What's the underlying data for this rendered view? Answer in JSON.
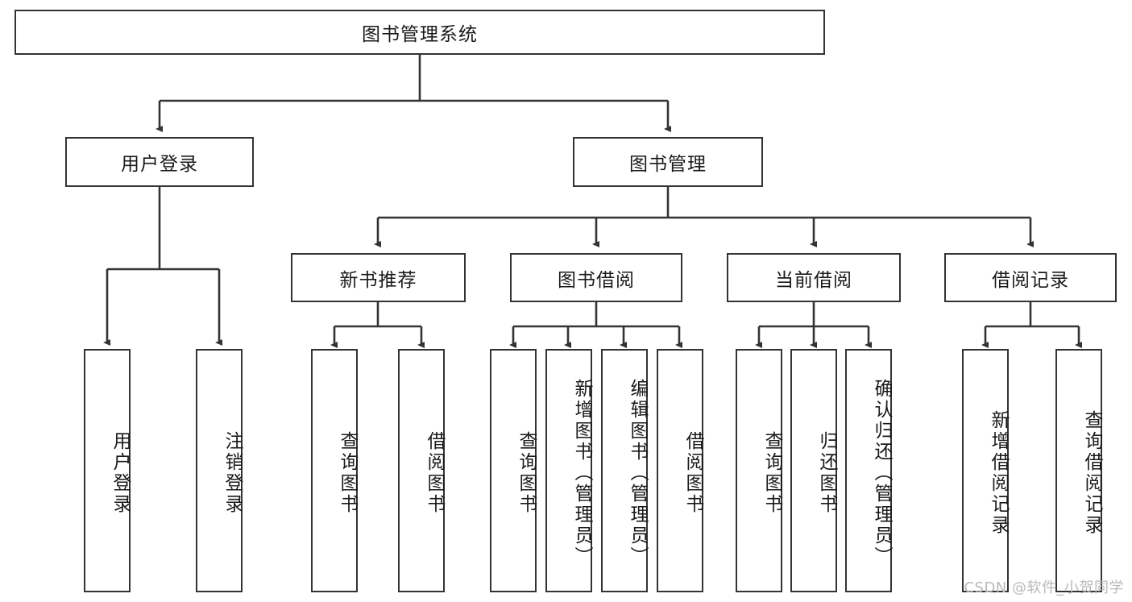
{
  "diagram": {
    "type": "tree-hierarchy",
    "title": "图书管理系统",
    "root": {
      "label": "图书管理系统"
    },
    "level2": [
      {
        "label": "用户登录"
      },
      {
        "label": "图书管理"
      }
    ],
    "level3": [
      {
        "label": "新书推荐"
      },
      {
        "label": "图书借阅"
      },
      {
        "label": "当前借阅"
      },
      {
        "label": "借阅记录"
      }
    ],
    "leaves": {
      "user_login": [
        {
          "label": "用户登录"
        },
        {
          "label": "注销登录"
        }
      ],
      "new_book_recommend": [
        {
          "label": "查询图书"
        },
        {
          "label": "借阅图书"
        }
      ],
      "book_borrow": [
        {
          "label": "查询图书"
        },
        {
          "label": "新增图书（管理员）"
        },
        {
          "label": "编辑图书（管理员）"
        },
        {
          "label": "借阅图书"
        }
      ],
      "current_borrow": [
        {
          "label": "查询图书"
        },
        {
          "label": "归还图书"
        },
        {
          "label": "确认归还（管理员）"
        }
      ],
      "borrow_record": [
        {
          "label": "新增借阅记录"
        },
        {
          "label": "查询借阅记录"
        }
      ]
    }
  },
  "colors": {
    "stroke": "#333333",
    "fill": "#ffffff",
    "text": "#1a1a1a",
    "watermark": "#b9b9b9"
  },
  "watermark": {
    "text": "CSDN @软件_小贺同学"
  }
}
